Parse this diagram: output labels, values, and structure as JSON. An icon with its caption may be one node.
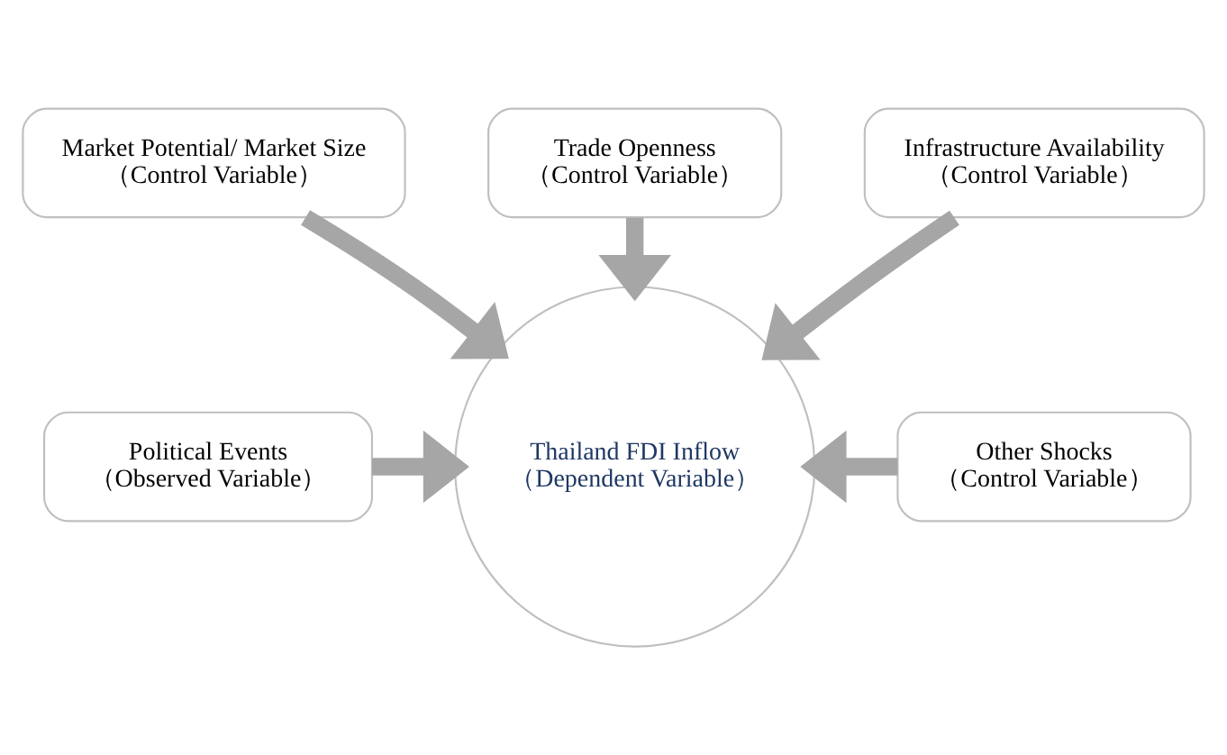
{
  "diagram": {
    "nodes": [
      {
        "text": [
          "Trade Openness",
          "（Control Variable）"
        ]
      },
      {
        "text": [
          "Market Potential/ Market Size",
          "（Control Variable）"
        ]
      },
      {
        "text": [
          "Infrastructure Availability",
          "（Control Variable）"
        ]
      },
      {
        "text": [
          "Political Events",
          "（Observed Variable）"
        ]
      },
      {
        "text": [
          "Thailand FDI Inflow",
          "（Dependent Variable）"
        ]
      },
      {
        "text": [
          "Other Shocks",
          "（Control Variable）"
        ]
      }
    ],
    "edges": [
      {
        "from": 1,
        "to": 4,
        "arrow": "to"
      },
      {
        "from": 0,
        "to": 4,
        "arrow": "to"
      },
      {
        "from": 2,
        "to": 4,
        "arrow": "to"
      },
      {
        "from": 3,
        "to": 4,
        "arrow": "to"
      },
      {
        "from": 5,
        "to": 4,
        "arrow": "to"
      }
    ]
  }
}
